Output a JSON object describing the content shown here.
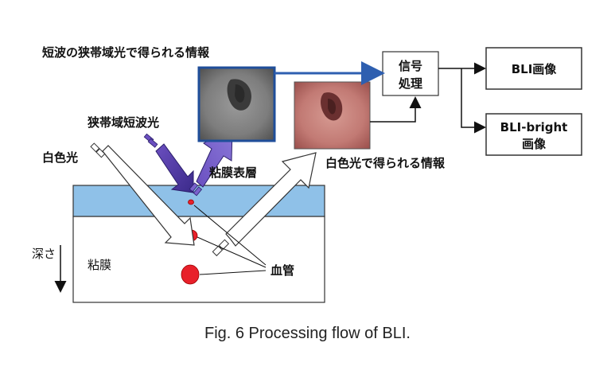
{
  "labels": {
    "narrowband_info": "短波の狭帯域光で得られる情報",
    "narrowband_light": "狭帯域短波光",
    "white_light": "白色光",
    "mucosa_surface": "粘膜表層",
    "white_info": "白色光で得られる情報",
    "depth": "深さ",
    "mucosa": "粘膜",
    "blood_vessel": "血管"
  },
  "boxes": {
    "signal_processing_line1": "信号",
    "signal_processing_line2": "処理",
    "bli_image": "BLI画像",
    "bli_bright_line1": "BLI-bright",
    "bli_bright_line2": "画像"
  },
  "caption": "Fig. 6   Processing flow of BLI.",
  "colors": {
    "mucosa_surface_fill": "#8fc1e8",
    "vessel_red": "#e8202a",
    "narrowband_arrow": "#5a3aa8",
    "blue_arrow": "#2e5fb0"
  }
}
